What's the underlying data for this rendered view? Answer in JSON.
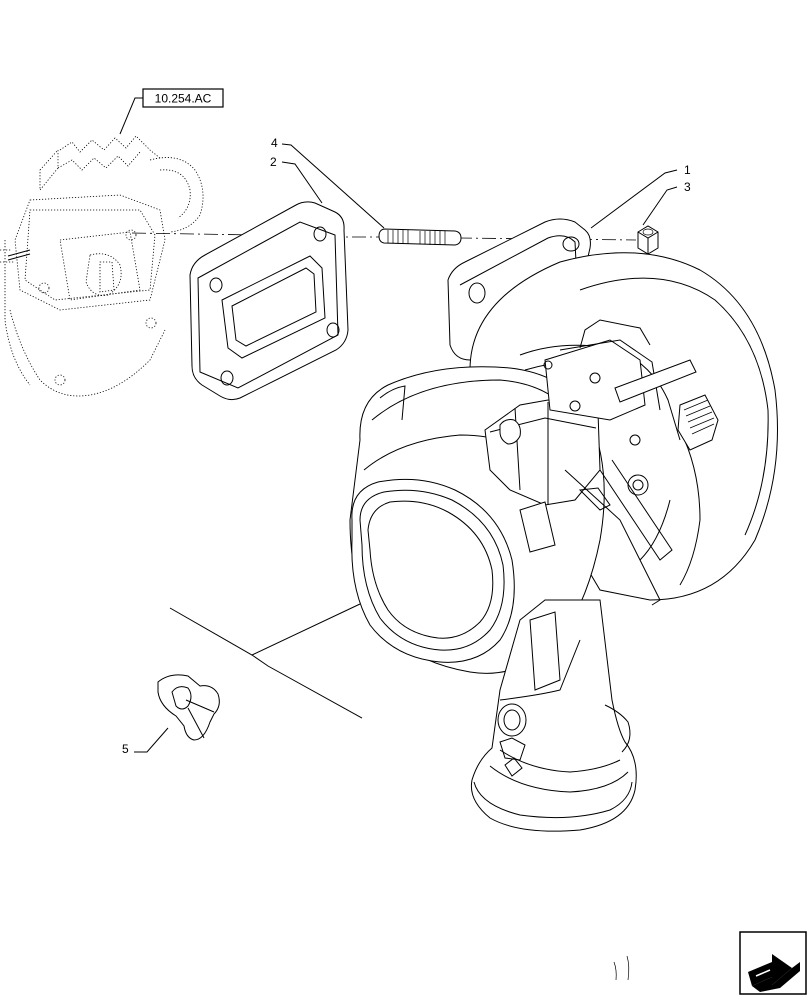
{
  "reference": {
    "label": "10.254.AC"
  },
  "callouts": [
    {
      "number": "1",
      "part": "turbocharger"
    },
    {
      "number": "2",
      "part": "gasket"
    },
    {
      "number": "3",
      "part": "nut"
    },
    {
      "number": "4",
      "part": "stud"
    },
    {
      "number": "5",
      "part": "clip"
    }
  ],
  "icons": {
    "navigation": "arrow-icon"
  }
}
